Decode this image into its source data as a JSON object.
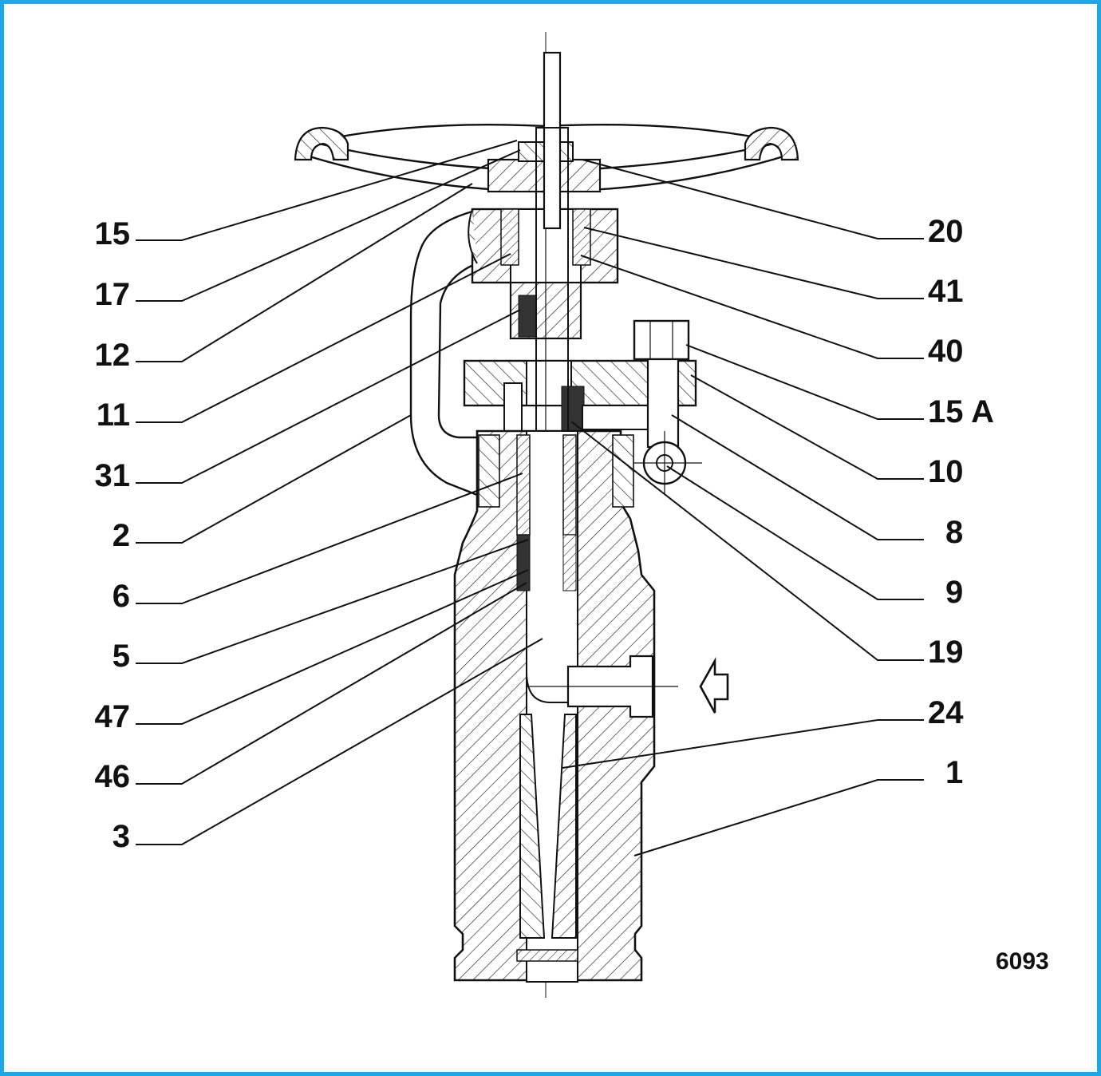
{
  "figure": {
    "code": "6093",
    "frame_color": "#1ea7e8"
  },
  "labels_left": [
    "15",
    "17",
    "12",
    "11",
    "31",
    "2",
    "6",
    "5",
    "47",
    "46",
    "3"
  ],
  "labels_right": [
    "20",
    "41",
    "40",
    "15 A",
    "10",
    "8",
    "9",
    "19",
    "24",
    "1"
  ],
  "flow_arrow": "inlet-arrow-icon"
}
